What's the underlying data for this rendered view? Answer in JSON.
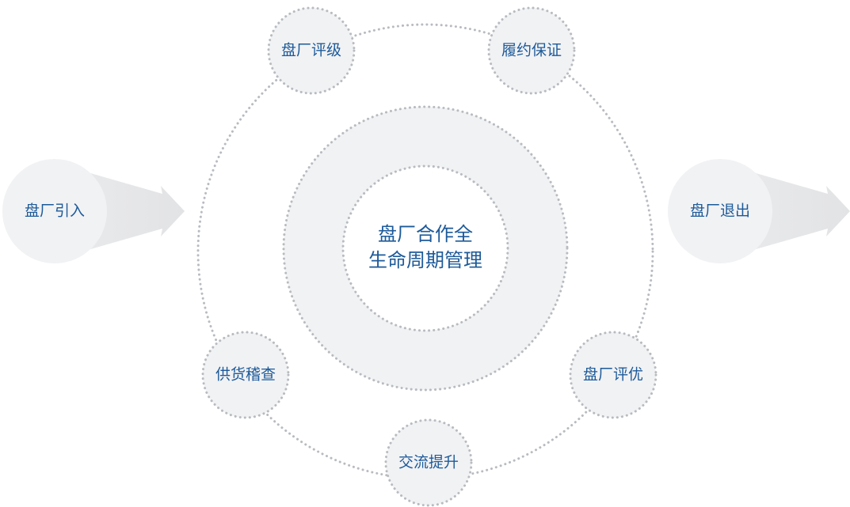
{
  "center": {
    "line1": "盘厂合作全",
    "line2": "生命周期管理"
  },
  "entry": {
    "label": "盘厂引入"
  },
  "exit": {
    "label": "盘厂退出"
  },
  "stages": [
    {
      "label": "盘厂评级"
    },
    {
      "label": "履约保证"
    },
    {
      "label": "盘厂评优"
    },
    {
      "label": "交流提升"
    },
    {
      "label": "供货稽查"
    }
  ],
  "colors": {
    "text": "#1d5a99",
    "node_fill": "#f1f2f4",
    "ring_fill": "#f1f2f4",
    "dotted": "#b8bbbf",
    "arrow": "#e6e7e9"
  }
}
